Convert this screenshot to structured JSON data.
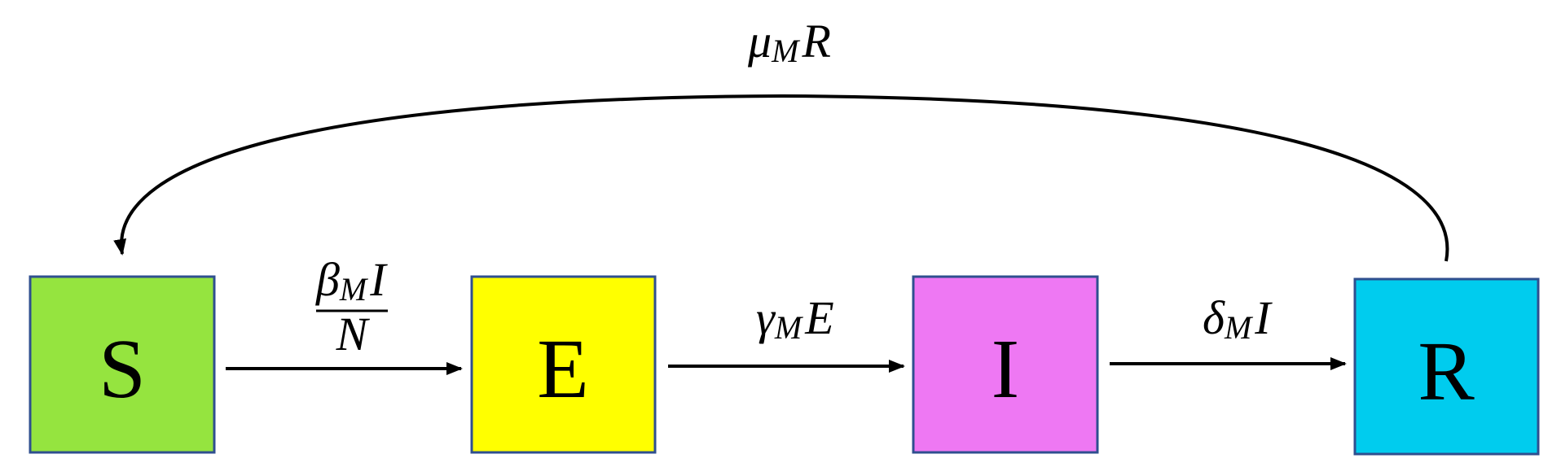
{
  "compartments": {
    "s": {
      "label": "S",
      "color": "#95e43f"
    },
    "e": {
      "label": "E",
      "color": "#ffff00"
    },
    "i": {
      "label": "I",
      "color": "#ee78f3"
    },
    "r": {
      "label": "R",
      "color": "#00ccee"
    }
  },
  "border_color": "#2f4f8f",
  "transitions": {
    "s_to_e": {
      "numerator_symbol": "β",
      "numerator_subscript": "M",
      "numerator_variable": "I",
      "denominator": "N"
    },
    "e_to_i": {
      "symbol": "γ",
      "subscript": "M",
      "variable": "E"
    },
    "i_to_r": {
      "symbol": "δ",
      "subscript": "M",
      "variable": "I"
    },
    "r_to_s": {
      "symbol": "μ",
      "subscript": "M",
      "variable": "R"
    }
  }
}
